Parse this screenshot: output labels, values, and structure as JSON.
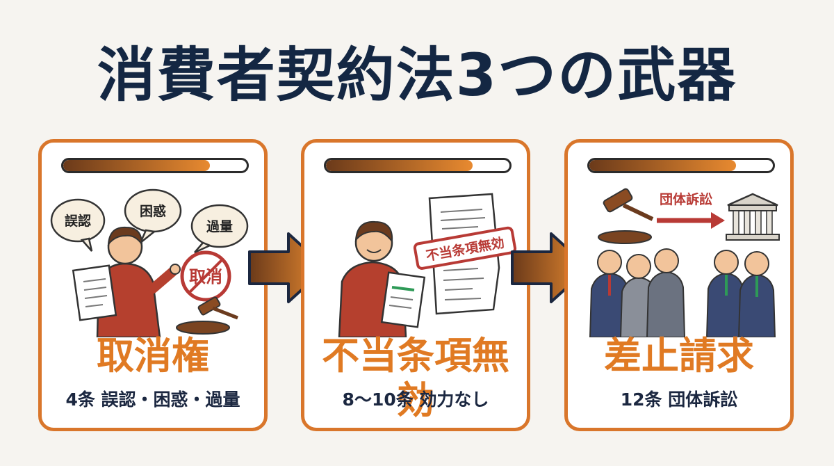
{
  "title": "消費者契約法3つの武器",
  "cards": [
    {
      "progress": 0.8,
      "bubbles": [
        "誤認",
        "困惑",
        "過量"
      ],
      "stamp": "取消",
      "heading": "取消権",
      "subtitle": "4条 誤認・困惑・過量"
    },
    {
      "progress": 0.8,
      "stamp": "不当条項無効",
      "heading": "不当条項無効",
      "subtitle": "8〜10条 効力なし"
    },
    {
      "progress": 0.8,
      "arrow_label": "団体訴訟",
      "heading": "差止請求",
      "subtitle": "12条 団体訴訟"
    }
  ],
  "colors": {
    "accent": "#d9762b",
    "heading": "#e07a23",
    "title": "#142743",
    "stamp_red": "#b83a35"
  }
}
